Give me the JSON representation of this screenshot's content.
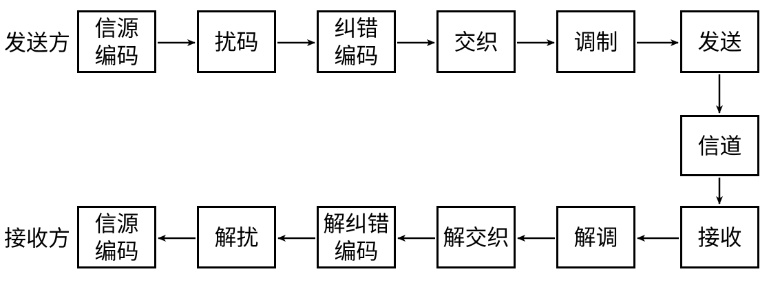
{
  "sender": {
    "label": "发送方",
    "steps": [
      "信源\n编码",
      "扰码",
      "纠错\n编码",
      "交织",
      "调制",
      "发送"
    ]
  },
  "channel": {
    "label": "信道"
  },
  "receiver": {
    "label": "接收方",
    "steps": [
      "信源\n编码",
      "解扰",
      "解纠错\n编码",
      "解交织",
      "解调",
      "接收"
    ]
  },
  "colors": {
    "stroke": "#000000",
    "background": "#ffffff"
  }
}
